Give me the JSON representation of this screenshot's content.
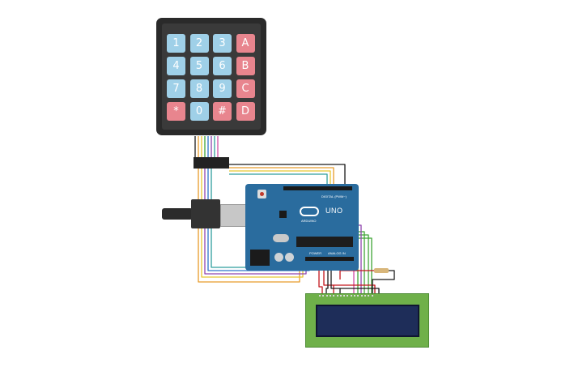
{
  "keypad": {
    "keys": [
      "1",
      "2",
      "3",
      "A",
      "4",
      "5",
      "6",
      "B",
      "7",
      "8",
      "9",
      "C",
      "*",
      "0",
      "#",
      "D"
    ],
    "colors": {
      "number_key": "#9fd0e8",
      "letter_key": "#e8858e",
      "body": "#2a2a2a"
    }
  },
  "arduino": {
    "model": "UNO",
    "brand": "ARDUINO",
    "digital_label": "DIGITAL (PWM~)",
    "power_label": "POWER",
    "analog_label": "ANALOG IN",
    "board_color": "#2a6c9e"
  },
  "lcd": {
    "board_color": "#6fb04a",
    "screen_color": "#1e2d59"
  },
  "wire_colors": {
    "black": "#1b1b1b",
    "red": "#c4161c",
    "orange": "#e89c2a",
    "yellow": "#e7c630",
    "green": "#3fa535",
    "blue": "#2c74c9",
    "purple": "#8e44ad",
    "teal": "#2f9e9e",
    "pink": "#d14fa6"
  }
}
